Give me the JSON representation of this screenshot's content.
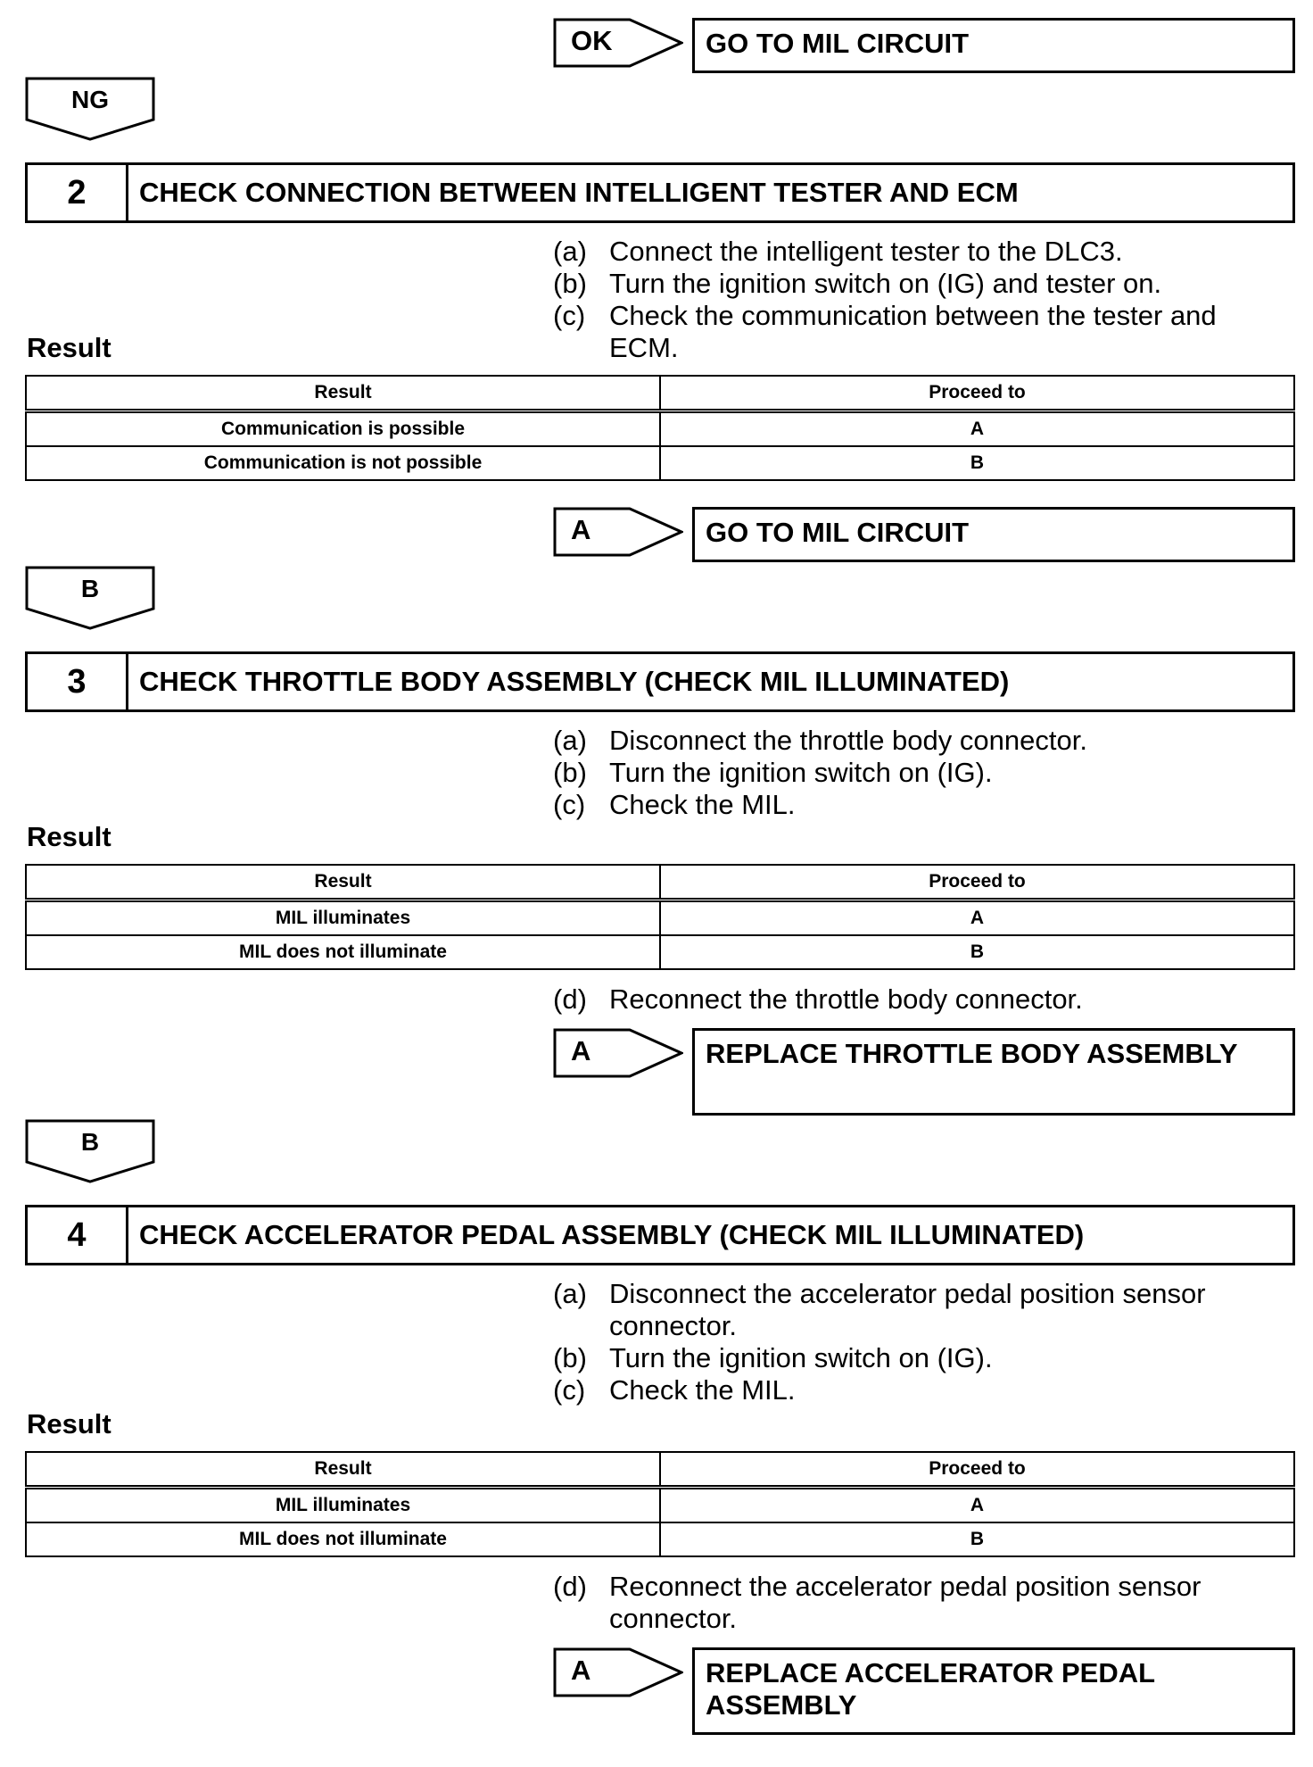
{
  "top": {
    "ok_tag": "OK",
    "ok_dest": "GO TO MIL CIRCUIT",
    "ng_flow": "NG"
  },
  "step2": {
    "number": "2",
    "title": "CHECK CONNECTION BETWEEN INTELLIGENT TESTER AND ECM",
    "instructions": [
      {
        "key": "(a)",
        "text": "Connect the intelligent tester to the DLC3."
      },
      {
        "key": "(b)",
        "text": "Turn the ignition switch on (IG) and tester on."
      },
      {
        "key": "(c)",
        "text": "Check the communication between the tester and ECM."
      }
    ],
    "result_heading": "Result",
    "table": {
      "headers": [
        "Result",
        "Proceed to"
      ],
      "rows": [
        [
          "Communication is possible",
          "A"
        ],
        [
          "Communication is not possible",
          "B"
        ]
      ]
    },
    "a_tag": "A",
    "a_dest": "GO TO MIL CIRCUIT",
    "b_flow": "B"
  },
  "step3": {
    "number": "3",
    "title": "CHECK THROTTLE BODY ASSEMBLY (CHECK MIL ILLUMINATED)",
    "instructions": [
      {
        "key": "(a)",
        "text": "Disconnect the throttle body connector."
      },
      {
        "key": "(b)",
        "text": "Turn the ignition switch on (IG)."
      },
      {
        "key": "(c)",
        "text": "Check the MIL."
      }
    ],
    "result_heading": "Result",
    "table": {
      "headers": [
        "Result",
        "Proceed to"
      ],
      "rows": [
        [
          "MIL illuminates",
          "A"
        ],
        [
          "MIL does not illuminate",
          "B"
        ]
      ]
    },
    "after": {
      "key": "(d)",
      "text": "Reconnect the throttle body connector."
    },
    "a_tag": "A",
    "a_dest": "REPLACE THROTTLE BODY ASSEMBLY",
    "b_flow": "B"
  },
  "step4": {
    "number": "4",
    "title": "CHECK ACCELERATOR PEDAL ASSEMBLY (CHECK MIL ILLUMINATED)",
    "instructions": [
      {
        "key": "(a)",
        "text": "Disconnect the accelerator pedal position sensor connector."
      },
      {
        "key": "(b)",
        "text": "Turn the ignition switch on (IG)."
      },
      {
        "key": "(c)",
        "text": "Check the MIL."
      }
    ],
    "result_heading": "Result",
    "table": {
      "headers": [
        "Result",
        "Proceed to"
      ],
      "rows": [
        [
          "MIL illuminates",
          "A"
        ],
        [
          "MIL does not illuminate",
          "B"
        ]
      ]
    },
    "after": {
      "key": "(d)",
      "text": "Reconnect the accelerator pedal position sensor connector."
    },
    "a_tag": "A",
    "a_dest": "REPLACE ACCELERATOR PEDAL ASSEMBLY"
  }
}
